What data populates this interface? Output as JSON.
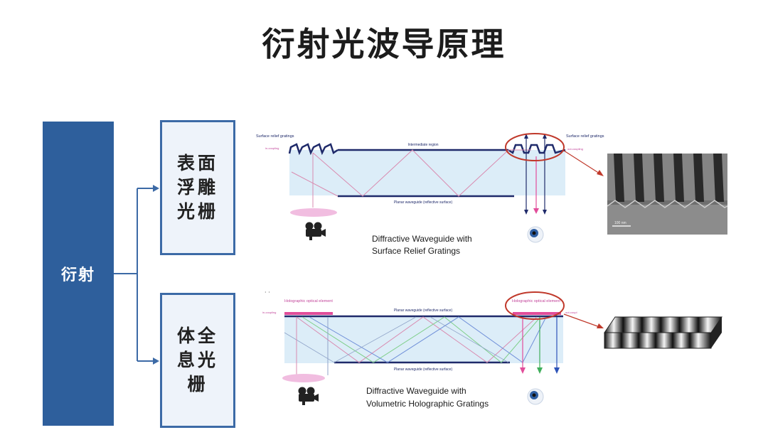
{
  "title": "衍射光波导原理",
  "root": {
    "label": "衍射"
  },
  "branches": [
    {
      "label": "表面浮雕光栅"
    },
    {
      "label": "体全息光栅"
    }
  ],
  "panel_surface": {
    "label_left": "Surface relief gratings",
    "label_left_sub": "in-coupling",
    "label_center": "Intermediate region",
    "label_right": "Surface relief gratings",
    "label_right_sub": "out-coupling",
    "label_bottom": "Planar waveguide (reflective surface)",
    "caption_line1": "Diffractive Waveguide with",
    "caption_line2": "Surface Relief Gratings",
    "scale_bar": "100 nm"
  },
  "panel_holo": {
    "label_left": "Holographic optical element",
    "label_left_sub": "in-coupling",
    "label_right": "Holographic optical element",
    "label_right_sub": "out-coupl",
    "label_top": "Planar waveguide (reflective surface)",
    "label_bottom": "Planar waveguide (reflective surface)",
    "caption_line1": "Diffractive Waveguide with",
    "caption_line2": "Volumetric Holographic Gratings"
  },
  "colors": {
    "root_fill": "#2e5f9c",
    "branch_border": "#3c6aa6",
    "waveguide_fill": "#dcedf8",
    "highlight_circle": "#c0392b",
    "pink": "#e24d9a",
    "green": "#3fae5a",
    "blue": "#2d53b8"
  }
}
